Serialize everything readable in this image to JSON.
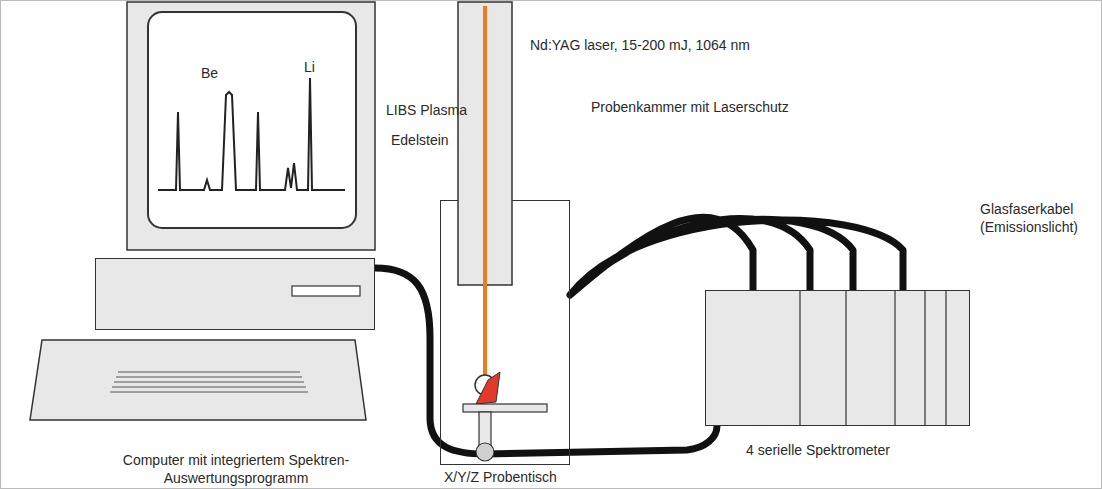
{
  "diagram": {
    "nodes": [
      {
        "text": [
          "Computer mit integriertem Spektren-Auswertungsprogramm"
        ]
      },
      {
        "text": [
          "Probenkammer mit Laserschutz"
        ]
      },
      {
        "text": [
          "4 serielle Spektrometer"
        ]
      }
    ],
    "edges": [
      {
        "from": 0,
        "to": 2,
        "arrow": "none"
      },
      {
        "from": 1,
        "to": 2,
        "arrow": "none"
      }
    ],
    "labels": [
      "Be",
      "Li",
      "Nd:YAG laser, 15-200 mJ, 1064 nm",
      "LIBS Plasma",
      "Edelstein",
      "Glasfaserkabel (Emissionslicht)",
      "X/Y/Z Probentisch"
    ]
  }
}
